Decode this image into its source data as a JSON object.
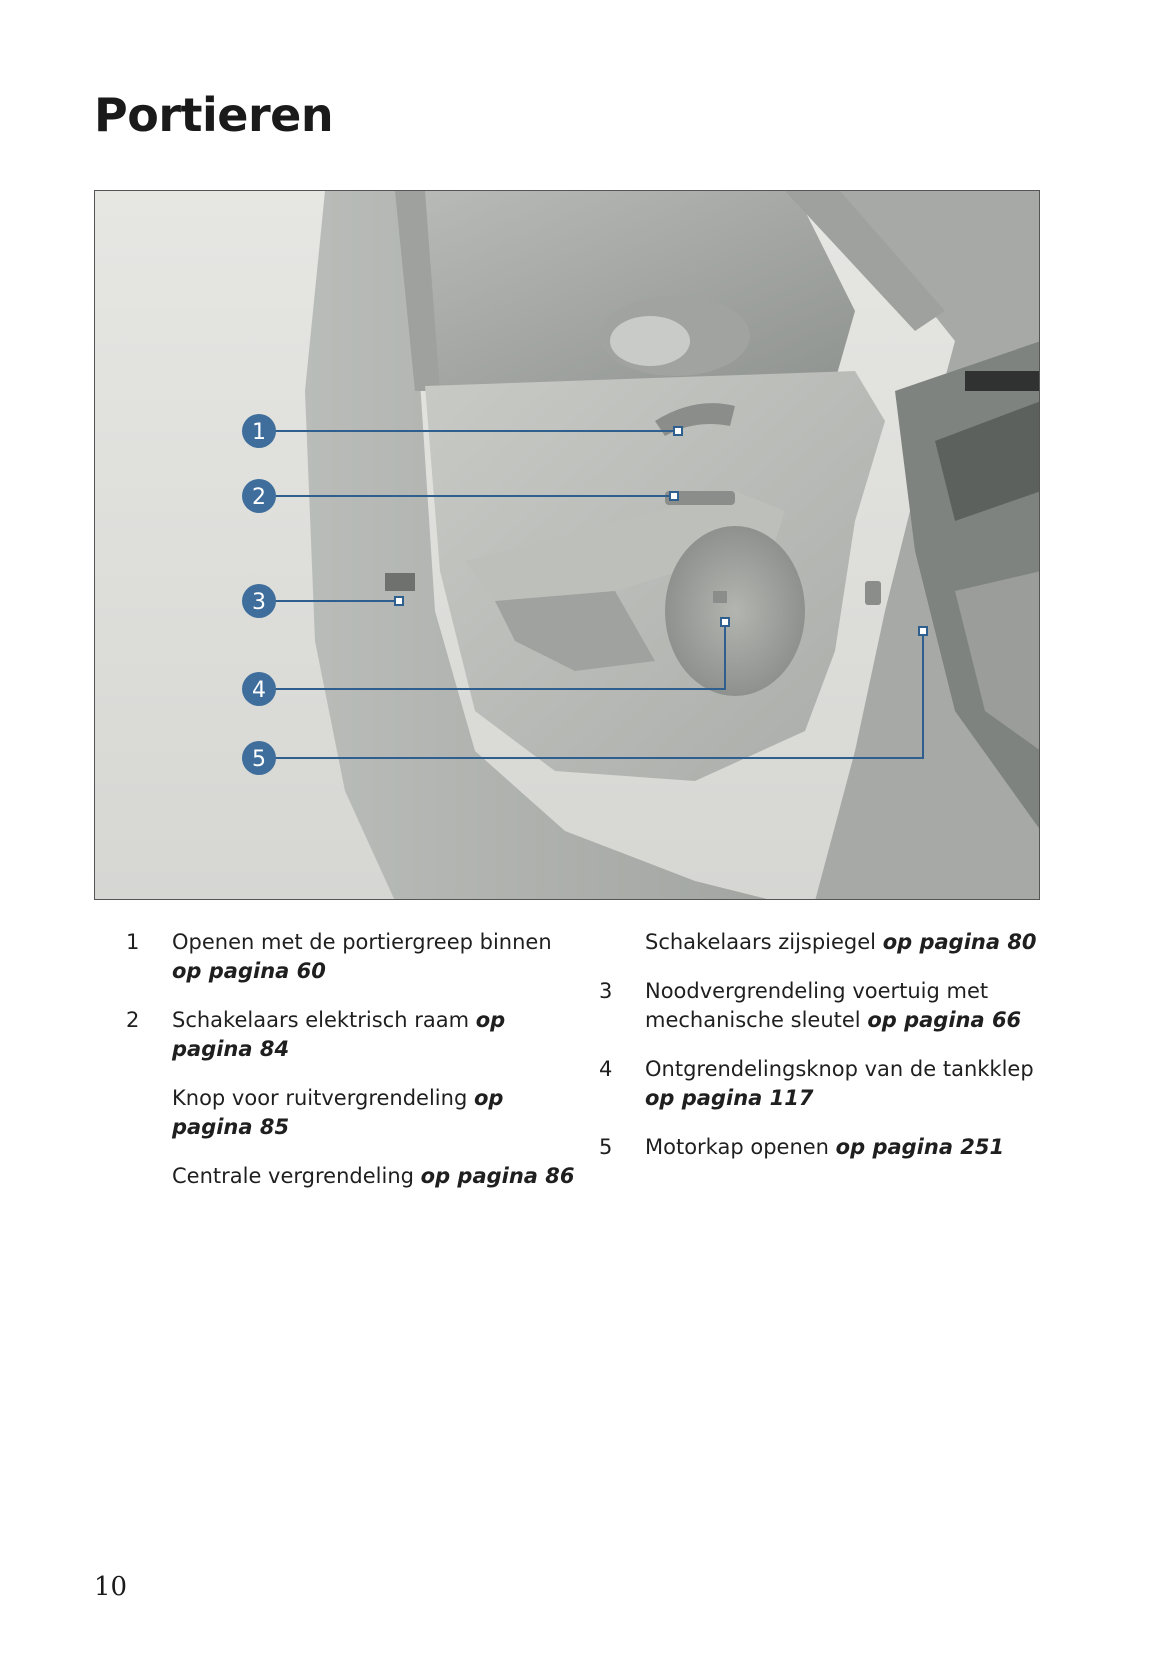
{
  "page": {
    "title": "Portieren",
    "page_number": "10"
  },
  "figure": {
    "callouts": [
      "1",
      "2",
      "3",
      "4",
      "5"
    ],
    "callout_color": "#3f6e9c"
  },
  "legend": {
    "left": [
      {
        "num": "1",
        "text": "Openen met de portiergreep binnen ",
        "ref": "op pagina 60"
      },
      {
        "num": "2",
        "text": "Schakelaars elektrisch raam ",
        "ref": "op pagina 84"
      },
      {
        "num": "",
        "text": "Knop voor ruitvergrendeling ",
        "ref": "op pagina 85"
      },
      {
        "num": "",
        "text": "Centrale vergrendeling ",
        "ref": "op pagina 86"
      }
    ],
    "right": [
      {
        "num": "",
        "text": "Schakelaars zijspiegel ",
        "ref": "op pagina 80"
      },
      {
        "num": "3",
        "text": "Noodvergrendeling voertuig met mechanische sleutel ",
        "ref": "op pagina 66"
      },
      {
        "num": "4",
        "text": "Ontgrendelingsknop van de tankklep ",
        "ref": "op pagina 117"
      },
      {
        "num": "5",
        "text": "Motorkap openen ",
        "ref": "op pagina 251"
      }
    ]
  }
}
